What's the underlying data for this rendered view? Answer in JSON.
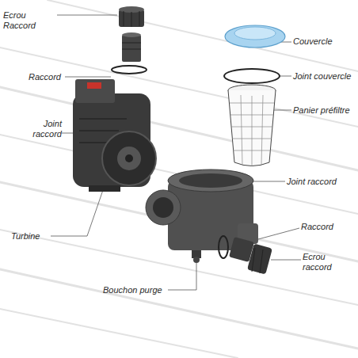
{
  "diagram": {
    "labels": [
      "Ecrou Raccord",
      "Couvercle",
      "Raccord",
      "Joint couvercle",
      "Joint raccord",
      "Panier préfiltre",
      "Joint raccord",
      "Turbine",
      "Raccord",
      "Ecrou raccord",
      "Bouchon purge"
    ]
  }
}
